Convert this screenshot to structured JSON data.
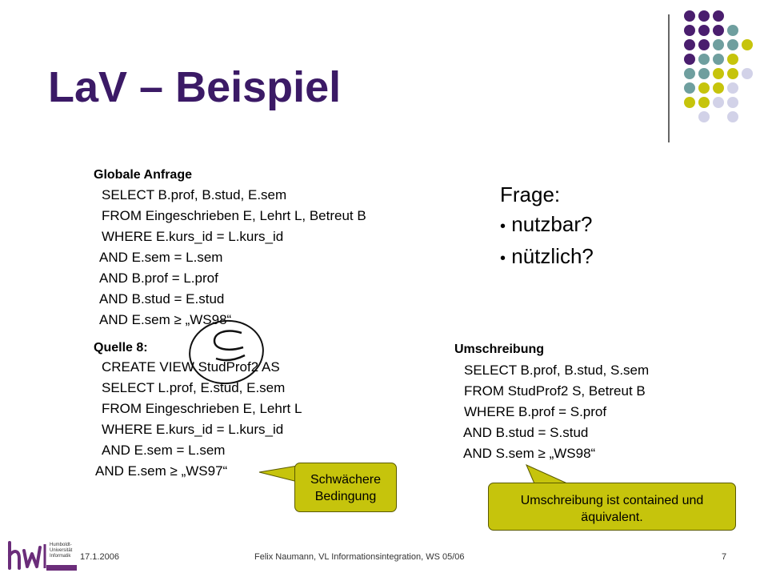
{
  "slide": {
    "title": "LaV – Beispiel",
    "global_query": {
      "heading": "Globale Anfrage",
      "lines": [
        "SELECT B.prof, B.stud, E.sem",
        "FROM Eingeschrieben E, Lehrt L, Betreut B",
        "WHERE E.kurs_id = L.kurs_id",
        "AND E.sem = L.sem",
        "AND B.prof = L.prof",
        "AND B.stud = E.stud",
        "AND E.sem ≥ „WS98“"
      ]
    },
    "question": {
      "heading": "Frage:",
      "bullets": [
        "nutzbar?",
        "nützlich?"
      ]
    },
    "source": {
      "heading": "Quelle 8:",
      "lines": [
        "CREATE VIEW StudProf2 AS",
        "SELECT L.prof, E.stud, E.sem",
        "FROM Eingeschrieben E, Lehrt L",
        "WHERE E.kurs_id = L.kurs_id",
        "AND E.sem = L.sem",
        "AND E.sem ≥ „WS97“"
      ]
    },
    "rewrite": {
      "heading": "Umschreibung",
      "lines": [
        "SELECT B.prof, B.stud, S.sem",
        "FROM StudProf2 S, Betreut B",
        "WHERE B.prof = S.prof",
        "AND B.stud = S.stud",
        "AND S.sem ≥ „WS98“"
      ]
    },
    "callout_weaker": "Schwächere Bedingung",
    "callout_contained": "Umschreibung ist contained und äquivalent.",
    "handwritten_symbol": "⊆"
  },
  "footer": {
    "logo_text": "Humboldt-Universität Informatik",
    "date": "17.1.2006",
    "center": "Felix Naumann, VL Informationsintegration, WS 05/06",
    "page": "7"
  },
  "colors": {
    "title": "#3b1a66",
    "dot_purple": "#4a1e6e",
    "dot_teal": "#6f9f9f",
    "dot_yellow": "#c6c40c",
    "dot_lavender": "#d2d2e8",
    "callout_fill": "#c6c40c"
  }
}
